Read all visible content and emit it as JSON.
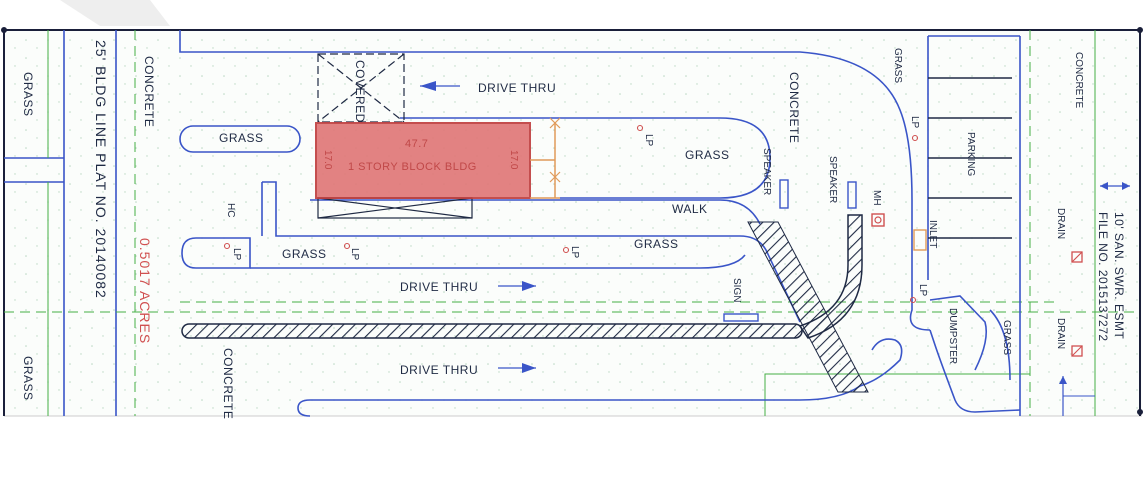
{
  "labels": {
    "grass_left_top": "GRASS",
    "grass_left_bottom": "GRASS",
    "concrete_left": "CONCRETE",
    "bldg_line": "25' BLDG LINE PLAT NO. 20140082",
    "acres": "0.5017 ACRES",
    "concrete_bottom": "CONCRETE",
    "covered": "COVERED",
    "drive_thru_top": "DRIVE THRU",
    "drive_thru_mid": "DRIVE THRU",
    "drive_thru_bottom": "DRIVE THRU",
    "grass_island_top": "GRASS",
    "dim_width": "47.7",
    "dim_left": "17.0",
    "dim_right": "17.0",
    "building": "1 STORY BLOCK BLDG",
    "lp_1": "LP",
    "grass_right_island": "GRASS",
    "concrete_mid": "CONCRETE",
    "speaker_1": "SPEAKER",
    "speaker_2": "SPEAKER",
    "walk": "WALK",
    "hc": "HC",
    "lp_2": "LP",
    "grass_lower_island_1": "GRASS",
    "lp_3": "LP",
    "lp_4": "LP",
    "grass_lower_island_2": "GRASS",
    "sign": "SIGN",
    "mh": "MH",
    "grass_right_top": "GRASS",
    "lp_5": "LP",
    "parking": "PARKING",
    "inlet": "INLET",
    "lp_6": "LP",
    "dumpster": "DUMPSTER",
    "grass_right_bottom": "GRASS",
    "concrete_right": "CONCRETE",
    "easement": "10' SAN. SWR. ESMT",
    "easement_file": "FILE NO. 2015137272",
    "drain_1": "DRAIN",
    "drain_2": "DRAIN"
  },
  "colors": {
    "curb": "#3a55c8",
    "easement_line": "#46b046",
    "building_fill": "#e07878",
    "building_stroke": "#c04040",
    "text": "#1f2a44",
    "acres_text": "#d05050"
  }
}
